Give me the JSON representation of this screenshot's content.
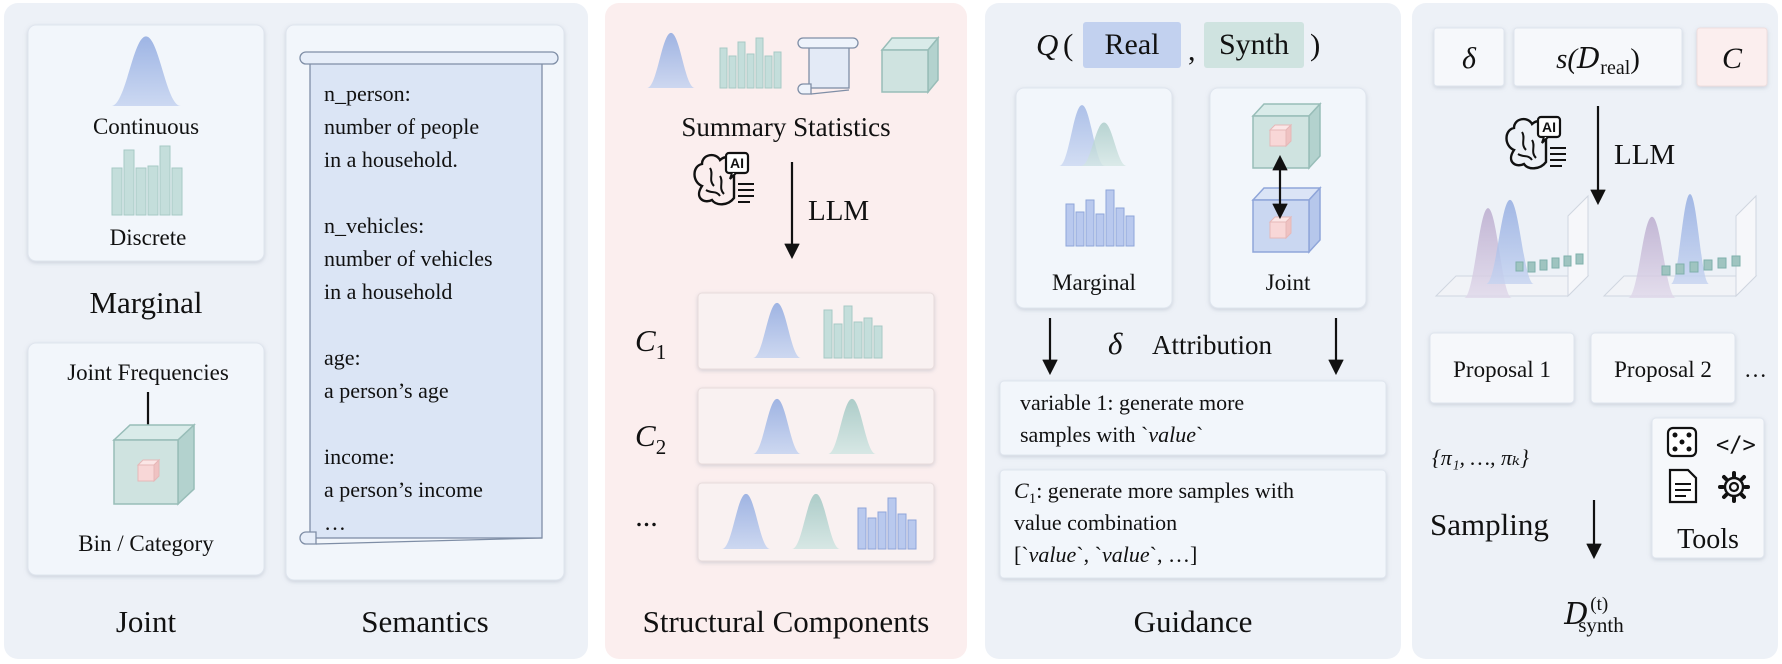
{
  "panel1": {
    "continuous": "Continuous",
    "discrete": "Discrete",
    "marginal": "Marginal",
    "joint_frequencies": "Joint Frequencies",
    "bin_category": "Bin / Category",
    "joint": "Joint"
  },
  "semantics": {
    "title": "Semantics",
    "lines": [
      "n_person:",
      "number of people",
      "in a household.",
      "n_vehicles:",
      "number of vehicles",
      "in a household",
      "age:",
      "a person’s age",
      "income:",
      "a person’s income",
      "…"
    ]
  },
  "structural": {
    "summary_statistics": "Summary Statistics",
    "llm": "LLM",
    "ai_badge": "AI",
    "c1_base": "C",
    "c1_sub": "1",
    "c2_base": "C",
    "c2_sub": "2",
    "ellipsis": "...",
    "title": "Structural Components"
  },
  "guidance": {
    "q": "Q",
    "open_paren": "(",
    "real": "Real",
    "comma": ",",
    "synth": "Synth",
    "close_paren": ")",
    "marginal": "Marginal",
    "joint": "Joint",
    "delta": "δ",
    "attribution": "Attribution",
    "box1_line1": "variable 1: generate more",
    "box1_line2_pre": "samples with `",
    "box1_value": "value",
    "box1_line2_post": "`",
    "box2_c": "C",
    "box2_sub": "1",
    "box2_line1_post": ": generate more samples with",
    "box2_line2": "value combination",
    "box2_line3_a": "[`",
    "box2_value1": "value",
    "box2_line3_b": "`, `",
    "box2_value2": "value",
    "box2_line3_c": "`, …]",
    "title": "Guidance"
  },
  "panel5": {
    "delta": "δ",
    "s_real_s": "s(",
    "s_real_d": "D",
    "s_real_sub": "real",
    "s_real_close": ")",
    "c_script": "C",
    "llm": "LLM",
    "ai_badge": "AI",
    "proposal1": "Proposal 1",
    "proposal2": "Proposal 2",
    "proposal_more": "…",
    "pi_set": "{π₁, …, πₖ}",
    "sampling": "Sampling",
    "tools": "Tools",
    "code_glyph": "</>",
    "d_synth": "D",
    "d_synth_sup": "(t)",
    "d_synth_sub": "synth"
  },
  "colors": {
    "panel_bg": "#edf1f7",
    "pink_bg": "#fbeeee",
    "card_bg": "#f2f6fb",
    "blue": "#a9bde6",
    "teal": "#b7d4d1",
    "purple": "#cbbfd8",
    "pink_cube": "#f7d6d6"
  }
}
